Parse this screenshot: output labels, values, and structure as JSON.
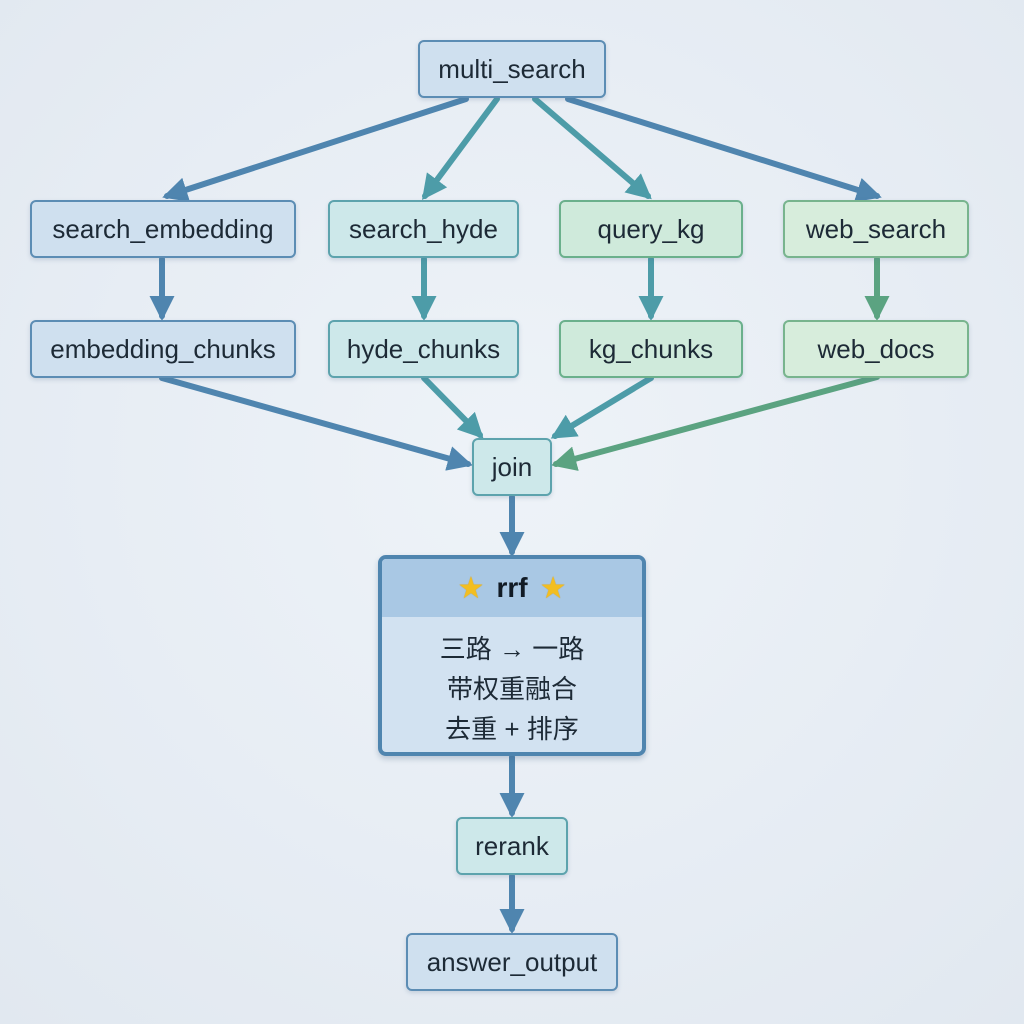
{
  "nodes": {
    "multi_search": "multi_search",
    "search_embedding": "search_embedding",
    "search_hyde": "search_hyde",
    "query_kg": "query_kg",
    "web_search": "web_search",
    "embedding_chunks": "embedding_chunks",
    "hyde_chunks": "hyde_chunks",
    "kg_chunks": "kg_chunks",
    "web_docs": "web_docs",
    "join": "join",
    "rerank": "rerank",
    "answer_output": "answer_output"
  },
  "rrf": {
    "title": "rrf",
    "star_icon": "star-icon",
    "lines": [
      "三路 → 一路",
      "带权重融合",
      "去重 + 排序"
    ]
  },
  "colors": {
    "blue": "#4f85af",
    "teal": "#4d9ca8",
    "green": "#5ba381",
    "background": "#e8eef4"
  }
}
